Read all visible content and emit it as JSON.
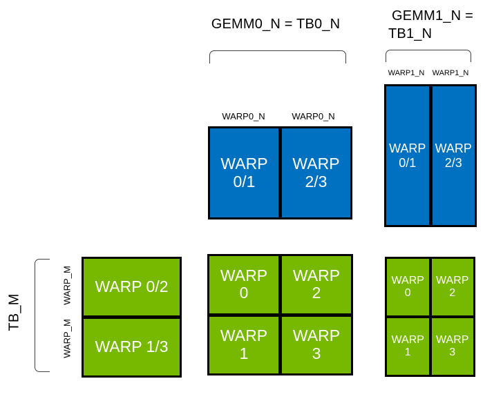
{
  "diagram": {
    "titles": {
      "gemm0": "GEMM0_N = TB0_N",
      "gemm1_line1": "GEMM1_N =",
      "gemm1_line2": "TB1_N",
      "tb_m": "TB_M"
    },
    "axis_labels": {
      "warp0_n": [
        "WARP0_N",
        "WARP0_N"
      ],
      "warp1_n": [
        "WARP1_N",
        "WARP1_N"
      ],
      "warp_m": [
        "WARP_M",
        "WARP_M"
      ]
    },
    "gemm0_accum_cells": [
      {
        "line1": "WARP",
        "line2": "0/1"
      },
      {
        "line1": "WARP",
        "line2": "2/3"
      }
    ],
    "gemm1_accum_cells": [
      {
        "line1": "WARP",
        "line2": "0/1"
      },
      {
        "line1": "WARP",
        "line2": "2/3"
      }
    ],
    "left_warp_rows": [
      "WARP 0/2",
      "WARP 1/3"
    ],
    "gemm0_warp_cells": [
      {
        "line1": "WARP",
        "line2": "0"
      },
      {
        "line1": "WARP",
        "line2": "2"
      },
      {
        "line1": "WARP",
        "line2": "1"
      },
      {
        "line1": "WARP",
        "line2": "3"
      }
    ],
    "gemm1_warp_cells": [
      {
        "line1": "WARP",
        "line2": "0"
      },
      {
        "line1": "WARP",
        "line2": "2"
      },
      {
        "line1": "WARP",
        "line2": "1"
      },
      {
        "line1": "WARP",
        "line2": "3"
      }
    ],
    "colors": {
      "blue": "#0070C0",
      "green": "#76B900",
      "border": "#000000",
      "bracket": "#404040",
      "text_light": "#FFFFFF",
      "text_dark": "#000000"
    }
  }
}
